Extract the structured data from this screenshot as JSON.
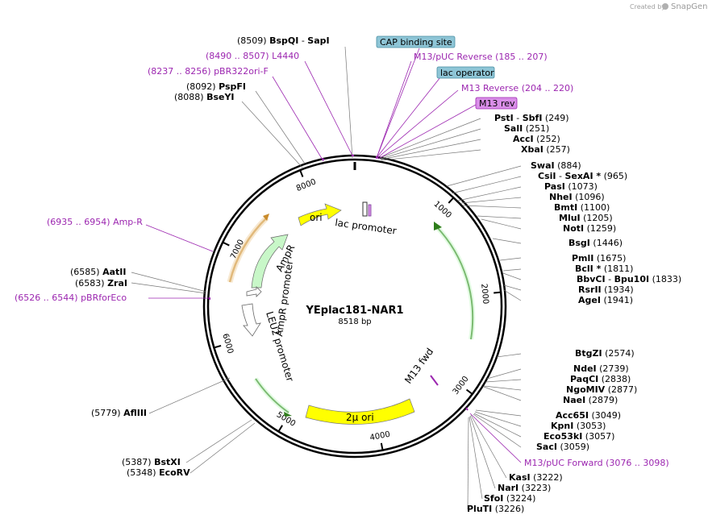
{
  "credit": {
    "prefix": "Created by",
    "brand": "SnapGene"
  },
  "plasmid": {
    "name": "YEplac181-NAR1",
    "size_text": "8518 bp",
    "length": 8518
  },
  "ticks": [
    {
      "pos": 1000,
      "text": "1000"
    },
    {
      "pos": 2000,
      "text": "2000"
    },
    {
      "pos": 3000,
      "text": "3000"
    },
    {
      "pos": 4000,
      "text": "4000"
    },
    {
      "pos": 5000,
      "text": "5000"
    },
    {
      "pos": 6000,
      "text": "6000"
    },
    {
      "pos": 7000,
      "text": "7000"
    },
    {
      "pos": 8000,
      "text": "8000"
    }
  ],
  "features": [
    {
      "id": "ori",
      "label": "ori",
      "type": "yellow-arrow"
    },
    {
      "id": "ampr",
      "label": "AmpR",
      "type": "green-arrow"
    },
    {
      "id": "ampr-promoter",
      "label": "AmpR promoter",
      "type": "white-arrow"
    },
    {
      "id": "leu2-promoter",
      "label": "LEU2 promoter",
      "type": "white-arrow"
    },
    {
      "id": "lac-promoter",
      "label": "lac promoter",
      "type": "small"
    },
    {
      "id": "m13-fwd",
      "label": "M13 fwd",
      "type": "primer-mark"
    },
    {
      "id": "two-micron-ori",
      "label": "2μ ori",
      "type": "yellow-arrow"
    }
  ],
  "right_sites": [
    {
      "name": "PstI",
      "name2": "SbfI",
      "pos": "(249)"
    },
    {
      "name": "SalI",
      "pos": "(251)"
    },
    {
      "name": "AccI",
      "pos": "(252)"
    },
    {
      "name": "XbaI",
      "pos": "(257)"
    },
    {
      "name": "SwaI",
      "pos": "(884)"
    },
    {
      "name": "CsiI",
      "name2": "SexAI *",
      "pos": "(965)"
    },
    {
      "name": "PasI",
      "pos": "(1073)"
    },
    {
      "name": "NheI",
      "pos": "(1096)"
    },
    {
      "name": "BmtI",
      "pos": "(1100)"
    },
    {
      "name": "MluI",
      "pos": "(1205)"
    },
    {
      "name": "NotI",
      "pos": "(1259)"
    },
    {
      "name": "BsgI",
      "pos": "(1446)"
    },
    {
      "name": "PmlI",
      "pos": "(1675)"
    },
    {
      "name": "BclI *",
      "pos": "(1811)"
    },
    {
      "name": "BbvCI",
      "name2": "Bpu10I",
      "pos": "(1833)"
    },
    {
      "name": "RsrII",
      "pos": "(1934)"
    },
    {
      "name": "AgeI",
      "pos": "(1941)"
    },
    {
      "name": "BtgZI",
      "pos": "(2574)"
    },
    {
      "name": "NdeI",
      "pos": "(2739)"
    },
    {
      "name": "PaqCI",
      "pos": "(2838)"
    },
    {
      "name": "NgoMIV",
      "pos": "(2877)"
    },
    {
      "name": "NaeI",
      "pos": "(2879)"
    },
    {
      "name": "Acc65I",
      "pos": "(3049)"
    },
    {
      "name": "KpnI",
      "pos": "(3053)"
    },
    {
      "name": "Eco53kI",
      "pos": "(3057)"
    },
    {
      "name": "SacI",
      "pos": "(3059)"
    },
    {
      "name": "KasI",
      "pos": "(3222)"
    },
    {
      "name": "NarI",
      "pos": "(3223)"
    },
    {
      "name": "SfoI",
      "pos": "(3224)"
    },
    {
      "name": "PluTI",
      "pos": "(3226)"
    }
  ],
  "left_sites": [
    {
      "name": "BspQI",
      "name2": "SapI",
      "pos": "(8509)"
    },
    {
      "name": "PspFI",
      "pos": "(8092)"
    },
    {
      "name": "BseYI",
      "pos": "(8088)"
    },
    {
      "name": "AatII",
      "pos": "(6585)"
    },
    {
      "name": "ZraI",
      "pos": "(6583)"
    },
    {
      "name": "AflIII",
      "pos": "(5779)"
    },
    {
      "name": "BstXI",
      "pos": "(5387)"
    },
    {
      "name": "EcoRV",
      "pos": "(5348)"
    }
  ],
  "primers": [
    {
      "pos": "(8490 .. 8507)",
      "name": "L4440"
    },
    {
      "pos": "(8237 .. 8256)",
      "name": "pBR322ori-F"
    },
    {
      "name": "M13/pUC Reverse",
      "pos": "(185 .. 207)"
    },
    {
      "name": "M13 Reverse",
      "pos": "(204 .. 220)"
    },
    {
      "pos": "(6935 .. 6954)",
      "name": "Amp-R"
    },
    {
      "pos": "(6526 .. 6544)",
      "name": "pBRforEco"
    },
    {
      "name": "M13/pUC Forward",
      "pos": "(3076 .. 3098)"
    }
  ],
  "boxes": [
    {
      "label": "CAP binding site",
      "color": "#8ec5d6"
    },
    {
      "label": "lac operator",
      "color": "#8ec5d6"
    },
    {
      "label": "M13 rev",
      "color": "#d98ee8"
    }
  ],
  "colors": {
    "primer": "#9c27b0",
    "ori": "#ffff00",
    "ampr": "#c8f7c8",
    "green_arrow": "#2e7d1a",
    "orange_arrow": "#c98b2b"
  }
}
